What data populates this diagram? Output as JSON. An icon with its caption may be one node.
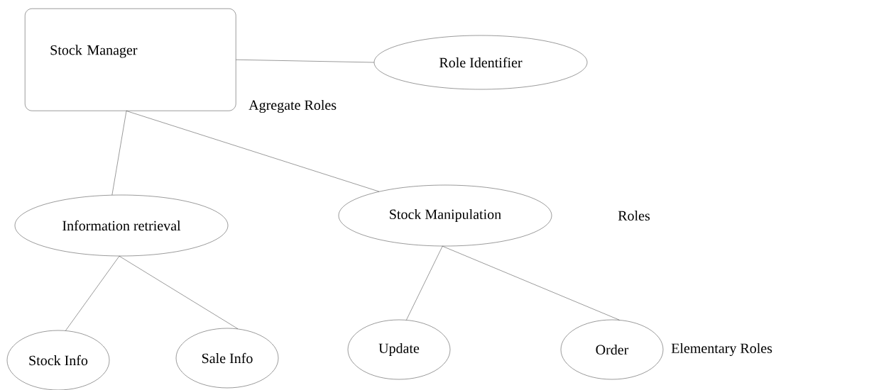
{
  "diagram": {
    "nodes": [
      {
        "text": [
          "Stock Manager"
        ]
      },
      {
        "text": [
          "Role Identifier"
        ]
      },
      {
        "text": [
          "Information retrieval"
        ]
      },
      {
        "text": [
          "Stock Manipulation"
        ]
      },
      {
        "text": [
          "Stock Info"
        ]
      },
      {
        "text": [
          "Sale Info"
        ]
      },
      {
        "text": [
          "Update"
        ]
      },
      {
        "text": [
          "Order"
        ]
      }
    ],
    "edges": [
      {
        "from": 0,
        "to": 1,
        "arrow": "none"
      },
      {
        "from": 0,
        "to": 2,
        "arrow": "none"
      },
      {
        "from": 0,
        "to": 3,
        "arrow": "none"
      },
      {
        "from": 2,
        "to": 4,
        "arrow": "none"
      },
      {
        "from": 2,
        "to": 5,
        "arrow": "none"
      },
      {
        "from": 3,
        "to": 6,
        "arrow": "none"
      },
      {
        "from": 3,
        "to": 7,
        "arrow": "none"
      }
    ],
    "labels": [
      "Agregate Roles",
      "Roles",
      "Elementary Roles"
    ]
  }
}
